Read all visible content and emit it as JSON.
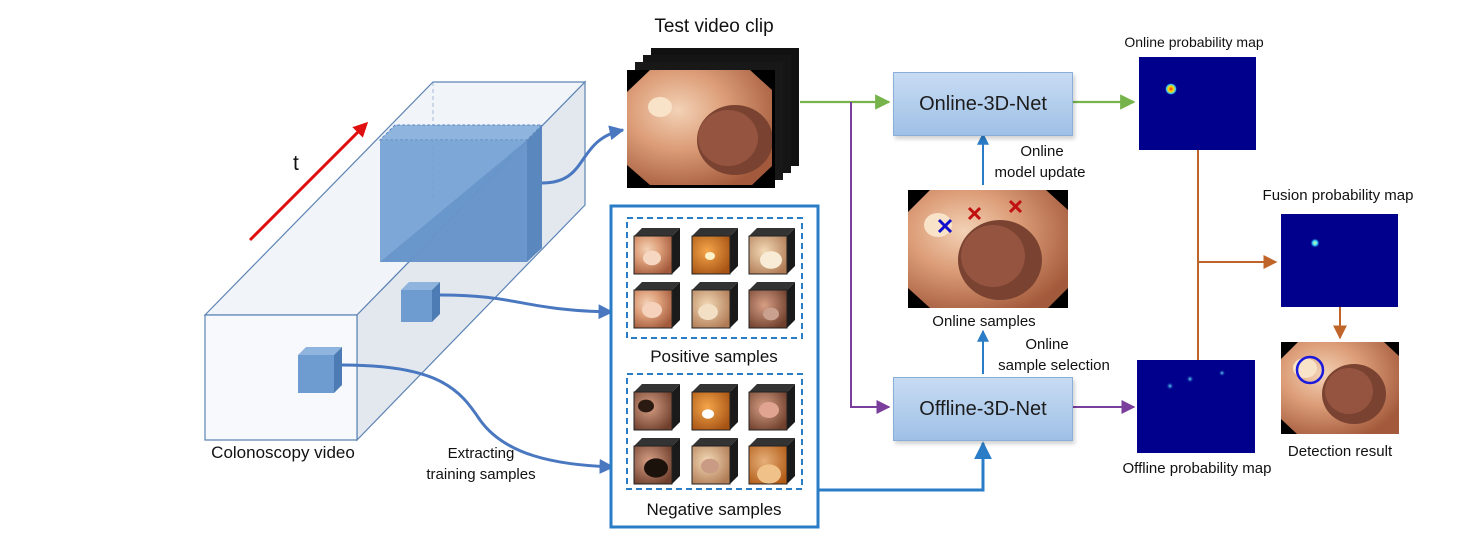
{
  "labels": {
    "test_clip": "Test video clip",
    "time_axis": "t",
    "colonoscopy_video": "Colonoscopy video",
    "extracting": "Extracting",
    "training_samples": "training samples",
    "positive_samples": "Positive samples",
    "negative_samples": "Negative samples",
    "online_samples": "Online samples",
    "online_update_1": "Online",
    "online_update_2": "model update",
    "sample_sel_1": "Online",
    "sample_sel_2": "sample selection",
    "online_prob": "Online probability map",
    "fusion_prob": "Fusion probability map",
    "offline_prob": "Offline probability map",
    "detection": "Detection result"
  },
  "nodes": {
    "online_net": "Online-3D-Net",
    "offline_net": "Offline-3D-Net"
  },
  "colors": {
    "green_arrow": "#76b34a",
    "purple_arrow": "#7a3e9d",
    "blue_arrow": "#2a7cc7",
    "orange_arrow": "#c0652a",
    "time_arrow": "#e01010",
    "prob_map_bg": "#00008c",
    "detection_circle": "#1a1adc",
    "positive_marker": "#1010cc",
    "negative_marker": "#c01010"
  }
}
